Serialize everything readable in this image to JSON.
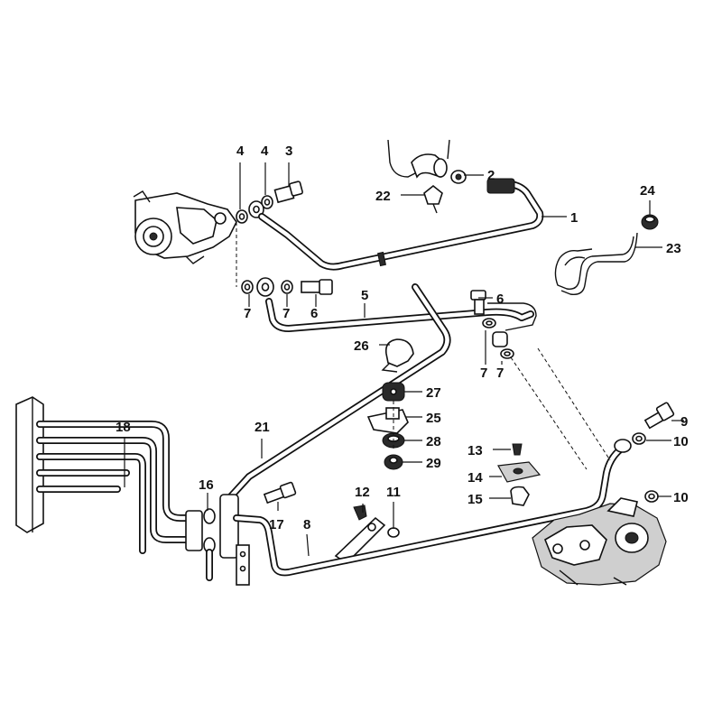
{
  "diagram": {
    "title": "Power steering oil lines and oil cooler",
    "callouts": {
      "c1": "1",
      "c2": "2",
      "c3": "3",
      "c4a": "4",
      "c4b": "4",
      "c5": "5",
      "c6a": "6",
      "c6b": "6",
      "c7a": "7",
      "c7b": "7",
      "c7c": "7",
      "c7d": "7",
      "c8": "8",
      "c9": "9",
      "c10a": "10",
      "c10b": "10",
      "c11": "11",
      "c12": "12",
      "c13": "13",
      "c14": "14",
      "c15": "15",
      "c16": "16",
      "c17": "17",
      "c18": "18",
      "c21": "21",
      "c22": "22",
      "c23": "23",
      "c24": "24",
      "c25": "25",
      "c26": "26",
      "c27": "27",
      "c28": "28",
      "c29": "29"
    }
  }
}
